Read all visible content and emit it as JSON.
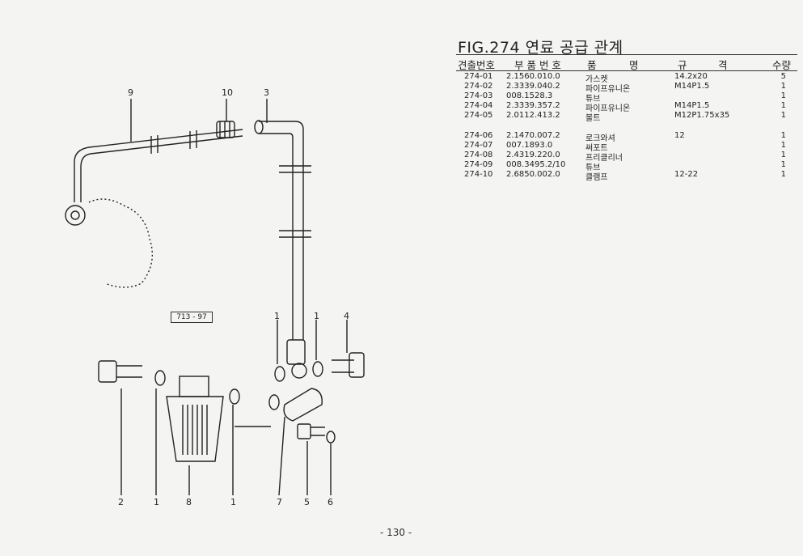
{
  "figure": {
    "title": "FIG.274 연료 공급 관계",
    "ref_code": "713 - 97",
    "callouts": [
      "9",
      "10",
      "3",
      "1",
      "1",
      "4",
      "2",
      "1",
      "8",
      "1",
      "7",
      "5",
      "6"
    ]
  },
  "table": {
    "headers": {
      "no": "견출번호",
      "part": "부 품 번 호",
      "name_a": "품",
      "name_b": "명",
      "spec_a": "규",
      "spec_b": "격",
      "qty": "수량"
    },
    "rows": [
      {
        "no": "274-01",
        "part": "2.1560.010.0",
        "name": "가스켓",
        "spec": "14.2x20",
        "qty": "5"
      },
      {
        "no": "274-02",
        "part": "2.3339.040.2",
        "name": "파이프유니온",
        "spec": "M14P1.5",
        "qty": "1"
      },
      {
        "no": "274-03",
        "part": "008.1528.3",
        "name": "튜브",
        "spec": "",
        "qty": "1"
      },
      {
        "no": "274-04",
        "part": "2.3339.357.2",
        "name": "파이프유니온",
        "spec": "M14P1.5",
        "qty": "1"
      },
      {
        "no": "274-05",
        "part": "2.0112.413.2",
        "name": "볼트",
        "spec": "M12P1.75x35",
        "qty": "1"
      },
      {
        "no": "274-06",
        "part": "2.1470.007.2",
        "name": "로크와셔",
        "spec": "12",
        "qty": "1"
      },
      {
        "no": "274-07",
        "part": "007.1893.0",
        "name": "써포트",
        "spec": "",
        "qty": "1"
      },
      {
        "no": "274-08",
        "part": "2.4319.220.0",
        "name": "프리클리너",
        "spec": "",
        "qty": "1"
      },
      {
        "no": "274-09",
        "part": "008.3495.2/10",
        "name": "튜브",
        "spec": "",
        "qty": "1"
      },
      {
        "no": "274-10",
        "part": "2.6850.002.0",
        "name": "클램프",
        "spec": "12-22",
        "qty": "1"
      }
    ]
  },
  "page_number": "- 130 -"
}
